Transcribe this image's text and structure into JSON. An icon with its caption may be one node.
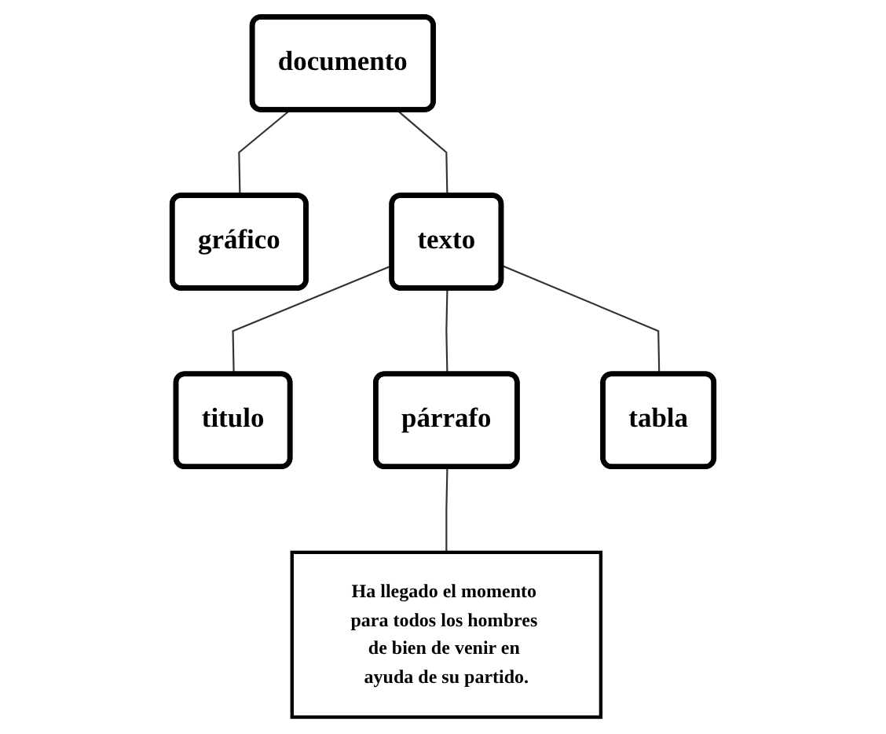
{
  "diagram": {
    "nodes": [
      {
        "text": [
          "documento"
        ]
      },
      {
        "text": [
          "gráfico"
        ]
      },
      {
        "text": [
          "texto"
        ]
      },
      {
        "text": [
          "titulo"
        ]
      },
      {
        "text": [
          "párrafo"
        ]
      },
      {
        "text": [
          "tabla"
        ]
      },
      {
        "text": [
          "Ha llegado el momento para todos los hombres de bien de venir en ayuda de su partido."
        ]
      }
    ],
    "edges": [
      {
        "from": 0,
        "to": 1,
        "arrow": "none"
      },
      {
        "from": 0,
        "to": 2,
        "arrow": "none"
      },
      {
        "from": 2,
        "to": 3,
        "arrow": "none"
      },
      {
        "from": 2,
        "to": 5,
        "arrow": "none"
      },
      {
        "from": 2,
        "to": 4,
        "arrow": "none"
      },
      {
        "from": 4,
        "to": 6,
        "arrow": "none"
      }
    ]
  }
}
